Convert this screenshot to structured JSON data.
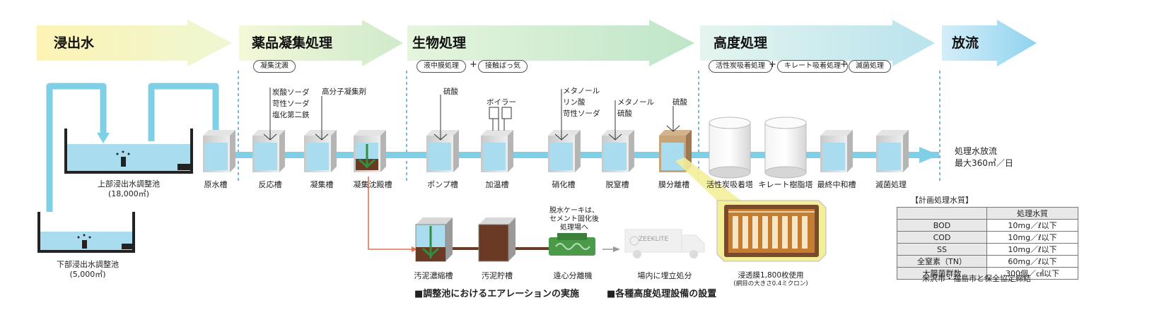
{
  "stages": [
    {
      "label": "浸出水"
    },
    {
      "label": "薬品凝集処理"
    },
    {
      "label": "生物処理"
    },
    {
      "label": "高度処理"
    },
    {
      "label": "放流"
    }
  ],
  "process_tags": {
    "coag": "凝集沈澱",
    "bio1": "液中膜処理",
    "bio2": "接触ばっ気",
    "adv1": "活性炭吸着処理",
    "adv2": "キレート吸着処理",
    "adv3": "滅菌処理",
    "plus": "+"
  },
  "ponds": {
    "upper_name": "上部浸出水調整池",
    "upper_cap": "(18,000㎥)",
    "lower_name": "下部浸出水調整池",
    "lower_cap": "(5,000㎥)"
  },
  "tanks": [
    {
      "label": "原水槽"
    },
    {
      "label": "反応槽"
    },
    {
      "label": "凝集槽"
    },
    {
      "label": "凝集沈殿槽"
    },
    {
      "label": "ポンプ槽"
    },
    {
      "label": "加温槽"
    },
    {
      "label": "硝化槽"
    },
    {
      "label": "脱窒槽"
    },
    {
      "label": "膜分離槽"
    },
    {
      "label": "活性炭吸着塔"
    },
    {
      "label": "キレート樹脂塔"
    },
    {
      "label": "最終中和槽"
    },
    {
      "label": "滅菌処理"
    }
  ],
  "chemicals": {
    "reaction": [
      "炭酸ソーダ",
      "苛性ソーダ",
      "塩化第二鉄"
    ],
    "coag": "高分子凝集剤",
    "pump": "硫酸",
    "boiler": "ボイラー",
    "nitrif": [
      "メタノール",
      "リン酸",
      "苛性ソーダ"
    ],
    "denit": [
      "メタノール",
      "硫酸"
    ],
    "membrane": "硫酸"
  },
  "discharge": {
    "line1": "処理水放流",
    "line2": "最大360㎥／日"
  },
  "sludge": {
    "thickener": "汚泥濃縮槽",
    "storage": "汚泥貯槽",
    "centrifuge": "遠心分離機",
    "landfill": "場内に埋立処分",
    "cake_note": [
      "脱水ケーキは、",
      "セメント固化後",
      "処理場へ"
    ],
    "truck_brand": "ZEEKLITE"
  },
  "membrane_detail": {
    "line1": "浸透膜1,800枚使用",
    "line2": "(網目の大きさ0.4ミクロン)"
  },
  "quality_table": {
    "title": "【計画処理水質】",
    "header": "処理水質",
    "rows": [
      {
        "item": "BOD",
        "value": "10mg／ℓ以下"
      },
      {
        "item": "COD",
        "value": "10mg／ℓ以下"
      },
      {
        "item": "SS",
        "value": "10mg／ℓ以下"
      },
      {
        "item": "全窒素（TN）",
        "value": "60mg／ℓ以下"
      },
      {
        "item": "大腸菌群数",
        "value": "300個／㎤以下"
      }
    ],
    "footnote": "米沢市・福島市と保全協定締結"
  },
  "notes": {
    "aeration": "■調整池におけるエアレーションの実施",
    "advanced": "■各種高度処理設備の設置"
  },
  "colors": {
    "pipe": "#7fcfe6",
    "water": "#a9dcef",
    "sludge": "#6b3a24",
    "sludge_line": "#e0715a",
    "divider": "#3a8fb8"
  }
}
